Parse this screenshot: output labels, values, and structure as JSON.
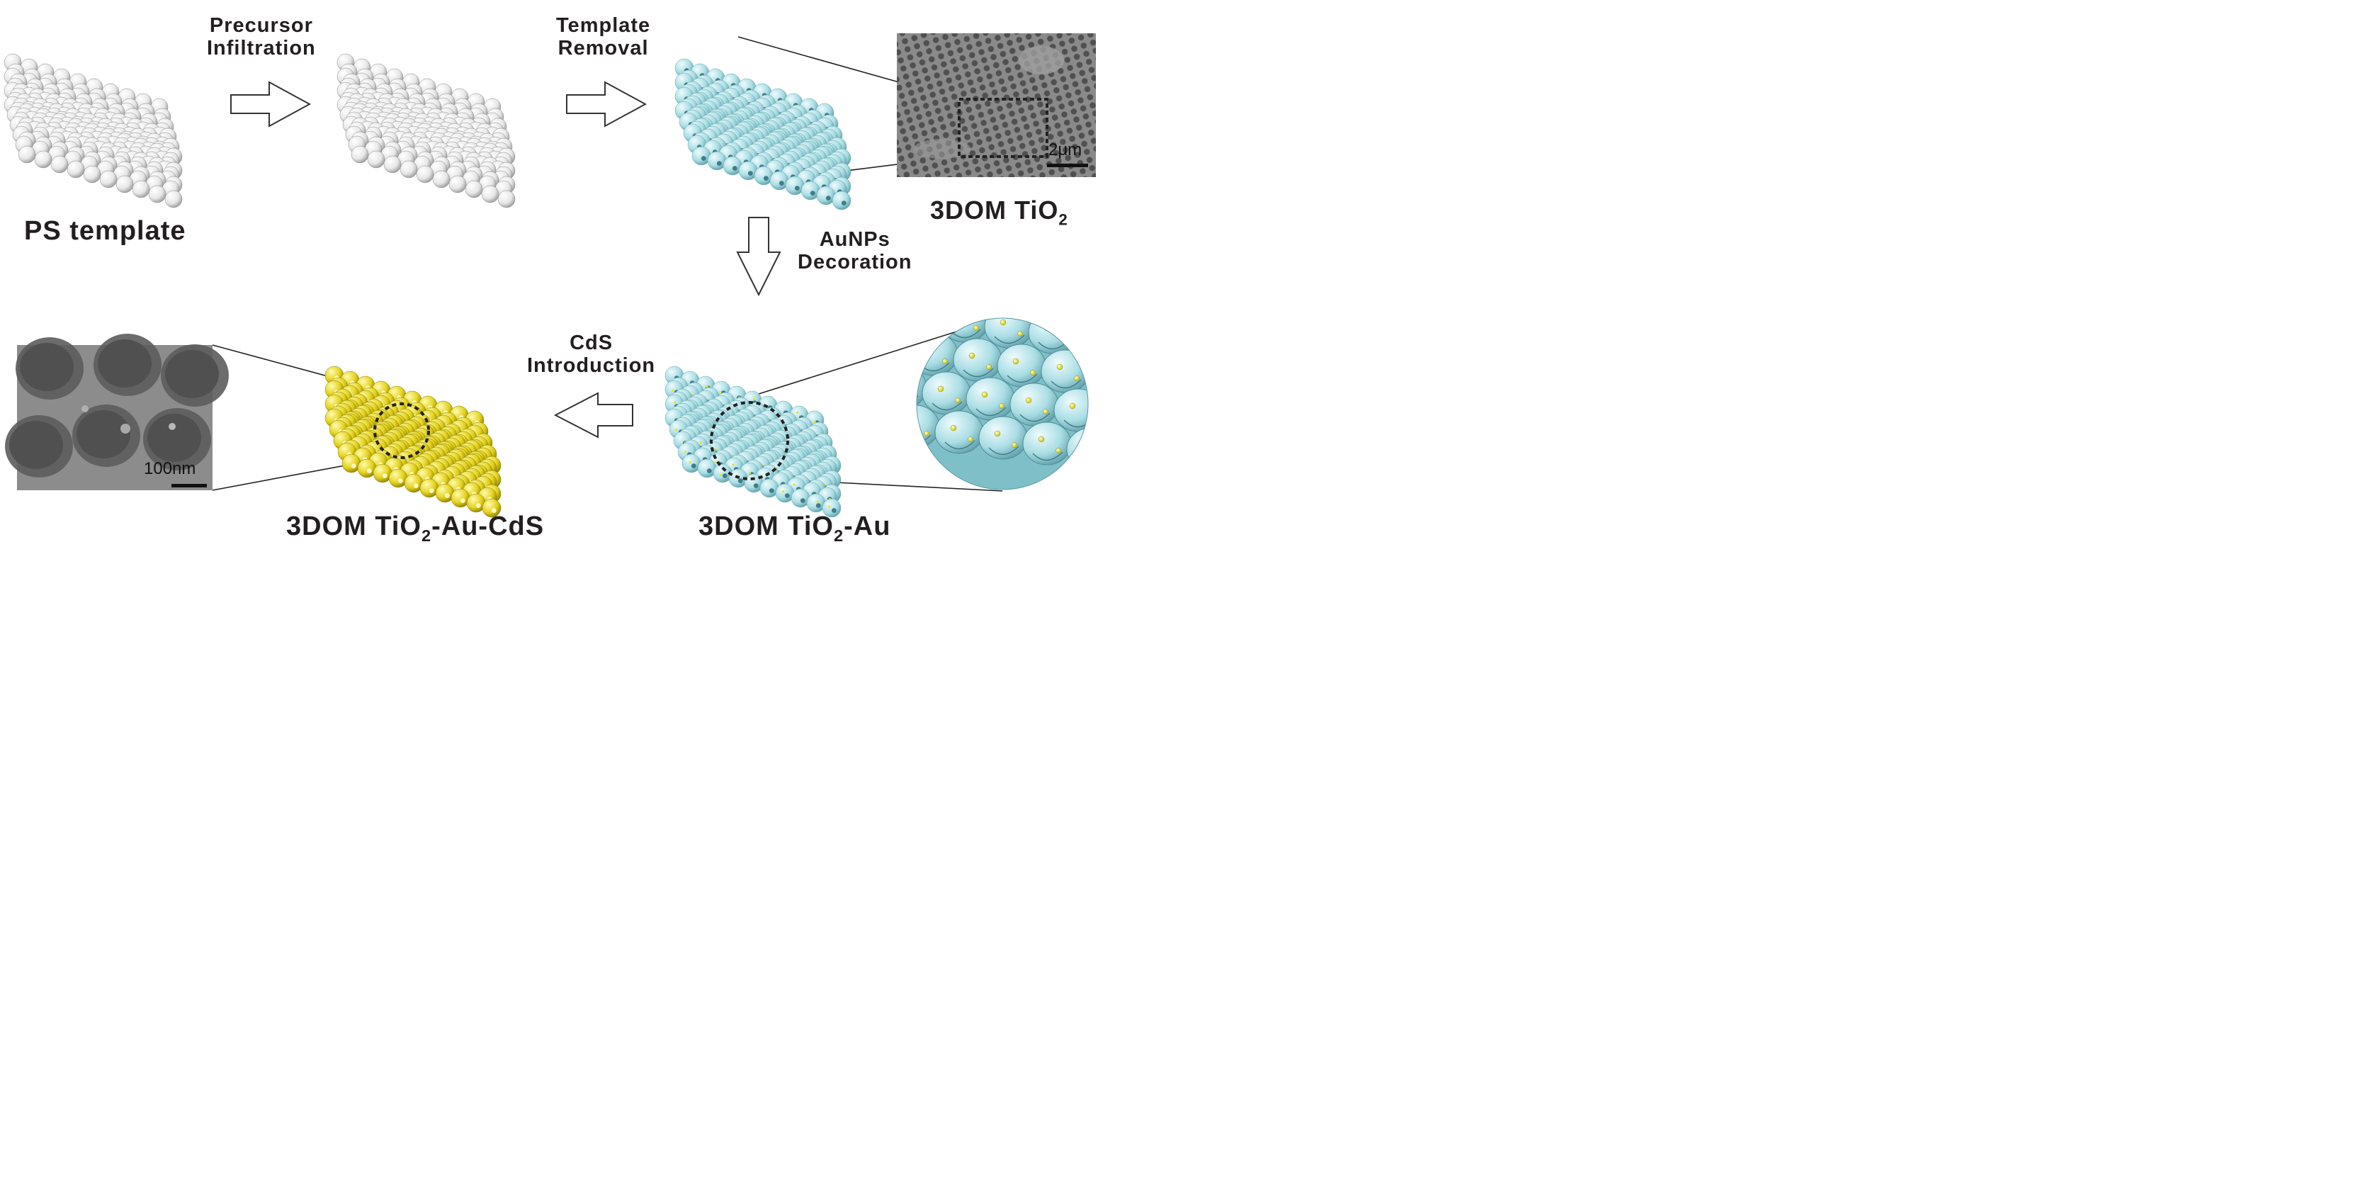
{
  "steps": {
    "infiltration": [
      "Precursor",
      "Infiltration"
    ],
    "removal": [
      "Template",
      "Removal"
    ],
    "decoration": [
      "AuNPs",
      "Decoration"
    ],
    "introduction": [
      "CdS",
      "Introduction"
    ]
  },
  "names": {
    "ps_template": "PS template",
    "tio2": {
      "a": "3DOM TiO",
      "sub": "2",
      "b": ""
    },
    "tio2_au": {
      "a": "3DOM TiO",
      "sub": "2",
      "b": "-Au"
    },
    "tio2_au_cds": {
      "a": "3DOM TiO",
      "sub": "2",
      "b": "-Au-CdS"
    }
  },
  "scale_bars": {
    "sem_top": "2μm",
    "sem_bottom": "100nm"
  },
  "colors": {
    "ps_sphere": "#eeeeee",
    "tio2_shell": "#a9dde4",
    "infiltrate": "#c9ece7",
    "au_particle": "#e8e01e",
    "cds_shell": "#e3d21c",
    "sem_gray": "#808080",
    "text": "#231f20"
  }
}
